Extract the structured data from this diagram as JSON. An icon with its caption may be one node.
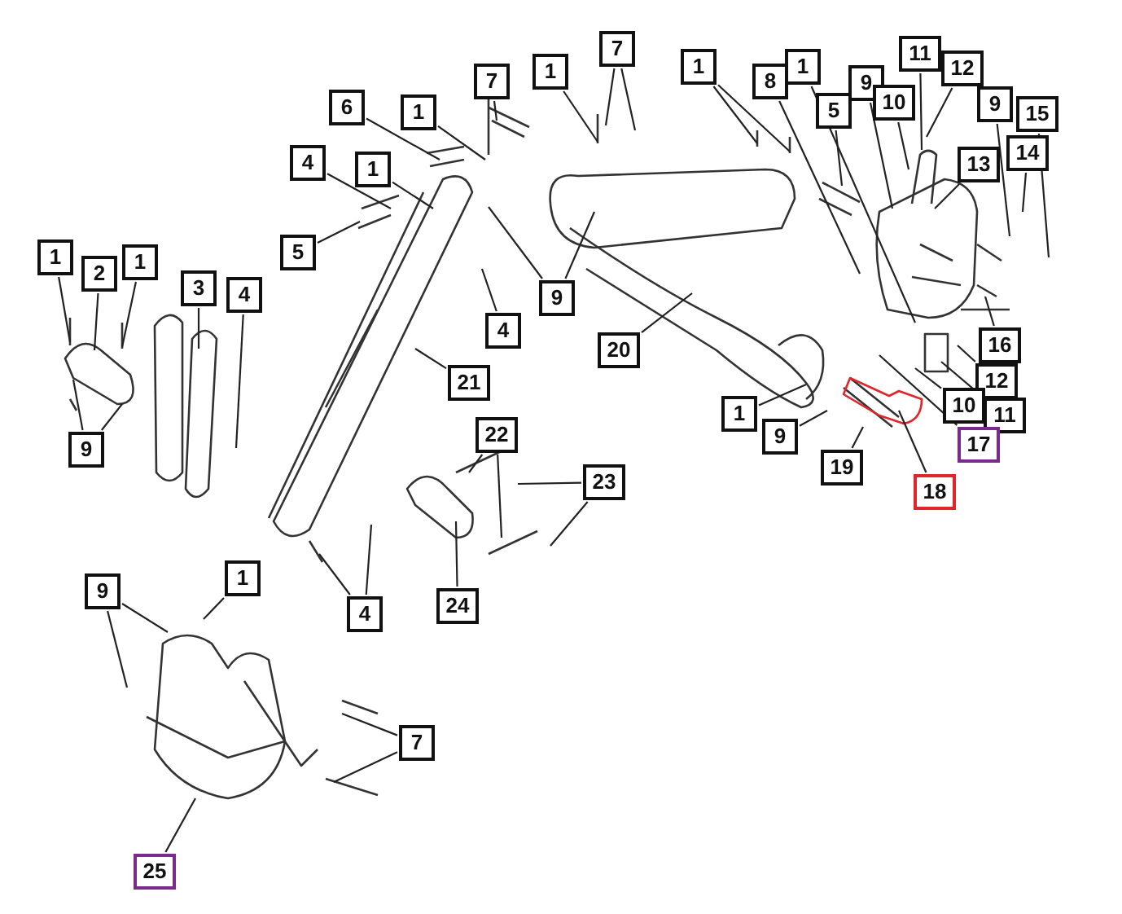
{
  "diagram": {
    "nodes": [
      {
        "text": [
          "11"
        ]
      },
      {
        "text": [
          "7"
        ]
      },
      {
        "text": [
          "1"
        ]
      },
      {
        "text": [
          "1"
        ]
      },
      {
        "text": [
          "12"
        ]
      },
      {
        "text": [
          "1"
        ]
      },
      {
        "text": [
          "8"
        ]
      },
      {
        "text": [
          "9"
        ]
      },
      {
        "text": [
          "7"
        ]
      },
      {
        "text": [
          "10"
        ]
      },
      {
        "text": [
          "9"
        ]
      },
      {
        "text": [
          "15"
        ]
      },
      {
        "text": [
          "6"
        ]
      },
      {
        "text": [
          "1"
        ]
      },
      {
        "text": [
          "5"
        ]
      },
      {
        "text": [
          "14"
        ]
      },
      {
        "text": [
          "13"
        ]
      },
      {
        "text": [
          "4"
        ]
      },
      {
        "text": [
          "1"
        ]
      },
      {
        "text": [
          "5"
        ]
      },
      {
        "text": [
          "1"
        ]
      },
      {
        "text": [
          "1"
        ]
      },
      {
        "text": [
          "2"
        ]
      },
      {
        "text": [
          "3"
        ]
      },
      {
        "text": [
          "4"
        ]
      },
      {
        "text": [
          "9"
        ]
      },
      {
        "text": [
          "4"
        ]
      },
      {
        "text": [
          "16"
        ]
      },
      {
        "text": [
          "20"
        ]
      },
      {
        "text": [
          "21"
        ]
      },
      {
        "text": [
          "12"
        ]
      },
      {
        "text": [
          "10"
        ]
      },
      {
        "text": [
          "1"
        ]
      },
      {
        "text": [
          "11"
        ]
      },
      {
        "text": [
          "22"
        ]
      },
      {
        "text": [
          "9"
        ]
      },
      {
        "text": [
          "17"
        ]
      },
      {
        "text": [
          "9"
        ]
      },
      {
        "text": [
          "19"
        ]
      },
      {
        "text": [
          "23"
        ]
      },
      {
        "text": [
          "18"
        ]
      },
      {
        "text": [
          "1"
        ]
      },
      {
        "text": [
          "9"
        ]
      },
      {
        "text": [
          "4"
        ]
      },
      {
        "text": [
          "24"
        ]
      },
      {
        "text": [
          "7"
        ]
      },
      {
        "text": [
          "25"
        ]
      }
    ],
    "edges": [
      {
        "from": 0,
        "to": null,
        "arrow": "none"
      },
      {
        "from": 1,
        "to": null,
        "arrow": "none"
      },
      {
        "from": 1,
        "to": null,
        "arrow": "none"
      },
      {
        "from": 2,
        "to": null,
        "arrow": "none"
      },
      {
        "from": 2,
        "to": null,
        "arrow": "none"
      },
      {
        "from": 3,
        "to": null,
        "arrow": "none"
      },
      {
        "from": 4,
        "to": null,
        "arrow": "none"
      },
      {
        "from": 5,
        "to": null,
        "arrow": "none"
      },
      {
        "from": 6,
        "to": null,
        "arrow": "none"
      },
      {
        "from": 7,
        "to": null,
        "arrow": "none"
      },
      {
        "from": 8,
        "to": null,
        "arrow": "none"
      },
      {
        "from": 9,
        "to": null,
        "arrow": "none"
      },
      {
        "from": 10,
        "to": null,
        "arrow": "none"
      },
      {
        "from": 11,
        "to": null,
        "arrow": "none"
      },
      {
        "from": 12,
        "to": null,
        "arrow": "none"
      },
      {
        "from": 13,
        "to": null,
        "arrow": "none"
      },
      {
        "from": 14,
        "to": null,
        "arrow": "none"
      },
      {
        "from": 15,
        "to": null,
        "arrow": "none"
      },
      {
        "from": 16,
        "to": null,
        "arrow": "none"
      },
      {
        "from": 17,
        "to": null,
        "arrow": "none"
      },
      {
        "from": 18,
        "to": null,
        "arrow": "none"
      },
      {
        "from": 19,
        "to": null,
        "arrow": "none"
      },
      {
        "from": 20,
        "to": null,
        "arrow": "none"
      },
      {
        "from": 21,
        "to": null,
        "arrow": "none"
      },
      {
        "from": 22,
        "to": null,
        "arrow": "none"
      },
      {
        "from": 23,
        "to": null,
        "arrow": "none"
      },
      {
        "from": 24,
        "to": null,
        "arrow": "none"
      },
      {
        "from": 25,
        "to": null,
        "arrow": "none"
      },
      {
        "from": 25,
        "to": null,
        "arrow": "none"
      },
      {
        "from": 26,
        "to": null,
        "arrow": "none"
      },
      {
        "from": 27,
        "to": null,
        "arrow": "none"
      },
      {
        "from": 28,
        "to": null,
        "arrow": "none"
      },
      {
        "from": 29,
        "to": null,
        "arrow": "none"
      },
      {
        "from": 30,
        "to": null,
        "arrow": "none"
      },
      {
        "from": 31,
        "to": null,
        "arrow": "none"
      },
      {
        "from": 32,
        "to": null,
        "arrow": "none"
      },
      {
        "from": 33,
        "to": null,
        "arrow": "none"
      },
      {
        "from": 34,
        "to": null,
        "arrow": "none"
      },
      {
        "from": 34,
        "to": null,
        "arrow": "none"
      },
      {
        "from": 35,
        "to": null,
        "arrow": "none"
      },
      {
        "from": 36,
        "to": null,
        "arrow": "none"
      },
      {
        "from": 37,
        "to": null,
        "arrow": "none"
      },
      {
        "from": 37,
        "to": null,
        "arrow": "none"
      },
      {
        "from": 38,
        "to": null,
        "arrow": "none"
      },
      {
        "from": 39,
        "to": null,
        "arrow": "none"
      },
      {
        "from": 39,
        "to": null,
        "arrow": "none"
      },
      {
        "from": 40,
        "to": null,
        "arrow": "none"
      },
      {
        "from": 41,
        "to": null,
        "arrow": "none"
      },
      {
        "from": 42,
        "to": null,
        "arrow": "none"
      },
      {
        "from": 42,
        "to": null,
        "arrow": "none"
      },
      {
        "from": 43,
        "to": null,
        "arrow": "none"
      },
      {
        "from": 43,
        "to": null,
        "arrow": "none"
      },
      {
        "from": 44,
        "to": null,
        "arrow": "none"
      },
      {
        "from": 45,
        "to": null,
        "arrow": "none"
      },
      {
        "from": 45,
        "to": null,
        "arrow": "none"
      },
      {
        "from": 46,
        "to": null,
        "arrow": "none"
      }
    ]
  }
}
